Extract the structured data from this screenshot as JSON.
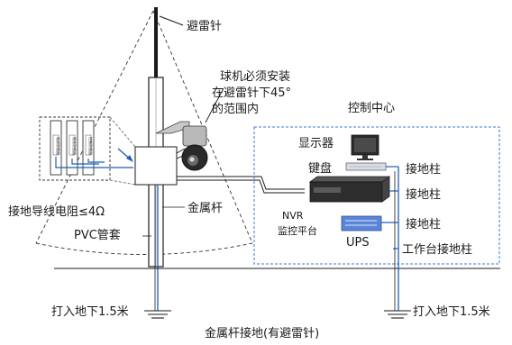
{
  "labels": {
    "lightning_rod": "避雷针",
    "camera_note_line1": "球机必须安装",
    "camera_note_line2": "在避雷针下45°",
    "camera_note_line3": "的范围内",
    "control_center": "控制中心",
    "monitor": "显示器",
    "keyboard": "键盘",
    "ground_post_1": "接地柱",
    "ground_post_2": "接地柱",
    "ground_post_3": "接地柱",
    "ground_wire_resistance": "接地导线电阻≤4Ω",
    "metal_pole": "金属杆",
    "pvc_sleeve": "PVC管套",
    "nvr_line1": "NVR",
    "nvr_line2": "监控平台",
    "ups": "UPS",
    "workbench_ground": "工作台接地柱",
    "depth_left": "打入地下1.5米",
    "depth_right": "打入地下1.5米",
    "caption": "金属杆接地(有避雷针)",
    "surge_protector_1": "电源防雷器",
    "surge_protector_2": "视频防雷器",
    "surge_protector_3": "控制防雷器"
  }
}
